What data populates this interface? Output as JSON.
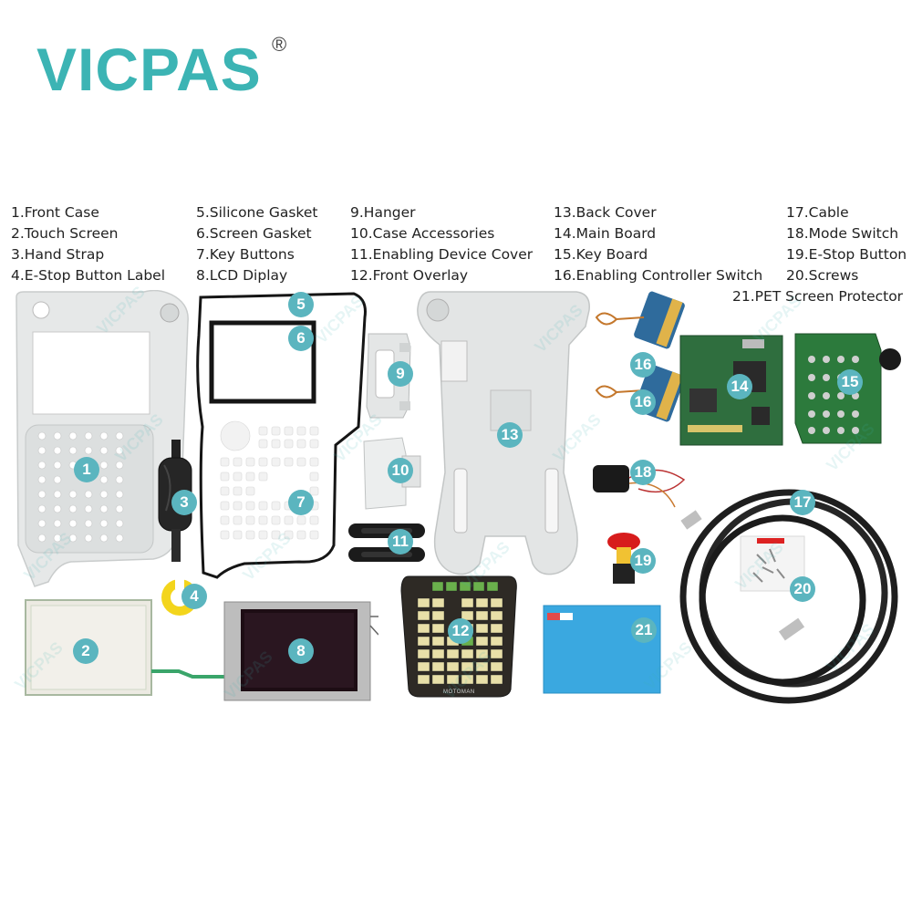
{
  "brand": {
    "name": "VICPAS",
    "registered": "®"
  },
  "legend": {
    "col1": [
      "1.Front Case",
      "2.Touch Screen",
      "3.Hand Strap",
      "4.E-Stop Button Label"
    ],
    "col2": [
      "5.Silicone Gasket",
      "6.Screen Gasket",
      "7.Key Buttons",
      "8.LCD Diplay"
    ],
    "col3": [
      "9.Hanger",
      "10.Case Accessories",
      "11.Enabling Device Cover",
      "12.Front Overlay"
    ],
    "col4": [
      "13.Back Cover",
      "14.Main Board",
      "15.Key Board",
      "16.Enabling Controller Switch"
    ],
    "col5": [
      "17.Cable",
      "18.Mode Switch",
      "19.E-Stop Button",
      "20.Screws",
      "21.PET Screen Protector"
    ]
  },
  "markers": [
    "1",
    "2",
    "3",
    "4",
    "5",
    "6",
    "7",
    "8",
    "9",
    "10",
    "11",
    "12",
    "13",
    "14",
    "15",
    "16",
    "16",
    "17",
    "18",
    "19",
    "20",
    "21"
  ],
  "overlay_brand": "MOTOMAN",
  "colors": {
    "accent": "#3cb4b4",
    "marker": "#5bb5bf",
    "case": "#e4e6e6",
    "board": "#2e6b3a",
    "protector": "#3aa8e0",
    "cable": "#1e1e1e"
  }
}
